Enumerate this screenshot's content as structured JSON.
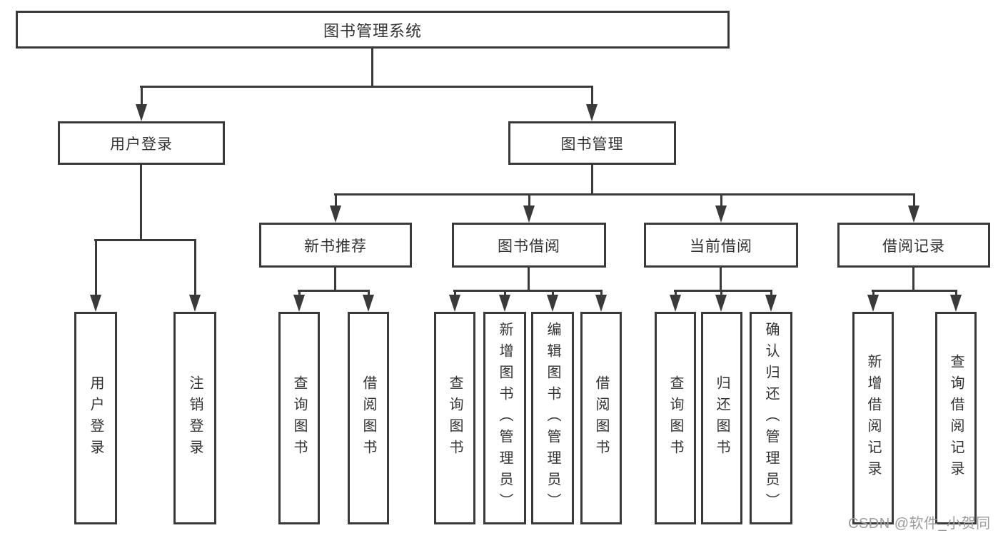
{
  "tree": {
    "root": {
      "label": "图书管理系统"
    },
    "branches": [
      {
        "label": "用户登录",
        "children": [
          {
            "label": "用户登录"
          },
          {
            "label": "注销登录"
          }
        ]
      },
      {
        "label": "图书管理",
        "children": [
          {
            "label": "新书推荐",
            "children": [
              {
                "label": "查询图书"
              },
              {
                "label": "借阅图书"
              }
            ]
          },
          {
            "label": "图书借阅",
            "children": [
              {
                "label": "查询图书"
              },
              {
                "label": "新增图书（管理员）"
              },
              {
                "label": "编辑图书（管理员）"
              },
              {
                "label": "借阅图书"
              }
            ]
          },
          {
            "label": "当前借阅",
            "children": [
              {
                "label": "查询图书"
              },
              {
                "label": "归还图书"
              },
              {
                "label": "确认归还（管理员）"
              }
            ]
          },
          {
            "label": "借阅记录",
            "children": [
              {
                "label": "新增借阅记录"
              },
              {
                "label": "查询借阅记录"
              }
            ]
          }
        ]
      }
    ]
  },
  "colors": {
    "line": "#3a3a3a",
    "text": "#333333",
    "watermark": "#9c9c9c",
    "background": "#ffffff"
  },
  "watermark": {
    "text": "CSDN @软件_小贺同学"
  }
}
